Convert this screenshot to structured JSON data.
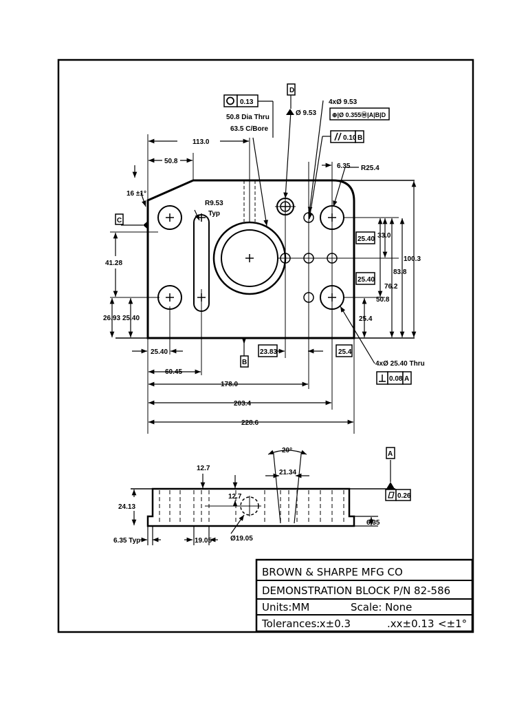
{
  "drawing": {
    "plan_view": {
      "callout_top": {
        "tolerance": "0.13",
        "line1": "50.8 Dia Thru",
        "line2": "63.5 C/Bore"
      },
      "datum_d": {
        "letter": "D",
        "dia": "Ø 9.53"
      },
      "hole_callout": {
        "qty": "4xØ 9.53",
        "position_frame": "⊕|Ø 0.355Ⓜ|A|B|D"
      },
      "parallelism": {
        "value": "0.10",
        "datum": "B"
      },
      "dim_635_top": "6.35",
      "radius_corner": "R25.4",
      "dim_1130": "113.0",
      "dim_508_top": "50.8",
      "chamfer": "16 ±1°",
      "slot_radius": "R9.53",
      "slot_typ": "Typ",
      "datum_c": "C",
      "dim_4128": "41.28",
      "dim_2693": "26.93",
      "dim_2540_left": "25.40",
      "dim_2540_right_a": "25.40",
      "dim_2540_right_b": "25.40",
      "dim_330": "33.0",
      "dim_1003": "100.3",
      "dim_838": "83.8",
      "dim_762": "76.2",
      "dim_508_right": "50.8",
      "dim_254_right": "25.4",
      "datum_b": "B",
      "dim_2383": "23.83",
      "dim_254_bottom": "25.4",
      "dim_2540_bottom": "25.40",
      "dim_6045": "60.45",
      "dim_1780": "178.0",
      "dim_2034": "203.4",
      "dim_2286": "228.6",
      "bore_callout": {
        "qty": "4xØ 25.40 Thru",
        "perp_value": "0.08",
        "perp_datum": "A"
      }
    },
    "elevation_view": {
      "angle": "20°",
      "dim_2134": "21.34",
      "dim_127_a": "12.7",
      "dim_127_b": "12.7",
      "dim_2413": "24.13",
      "dim_635_right": "6.35",
      "dim_635_typ": "6.35 Typ",
      "dim_1905": "19.05",
      "dia_1905": "Ø19.05",
      "datum_a": "A",
      "flatness": "0.26"
    }
  },
  "title_block": {
    "company": "BROWN & SHARPE MFG CO",
    "title": "DEMONSTRATION BLOCK P/N 82-586",
    "units": "Units:MM",
    "scale": "Scale: None",
    "tolerances_label": "Tolerances:",
    "tol_one_place": ".x±0.3",
    "tol_two_place": ".xx±0.13",
    "tol_angle": "<±1°"
  }
}
